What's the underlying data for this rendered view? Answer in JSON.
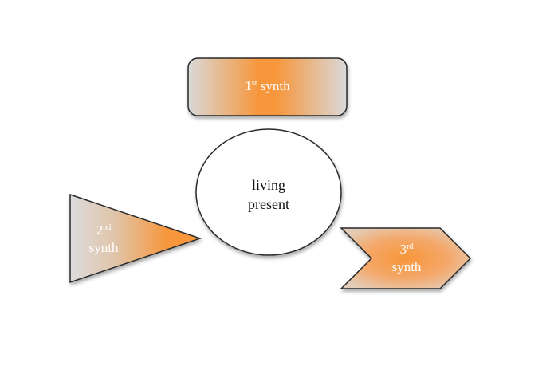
{
  "diagram": {
    "first_synth": {
      "ordinal": "1",
      "suffix": "st",
      "word": "synth"
    },
    "second_synth": {
      "ordinal": "2",
      "suffix": "nd",
      "word": "synth"
    },
    "third_synth": {
      "ordinal": "3",
      "suffix": "rd",
      "word": "synth"
    },
    "center": {
      "line1": "living",
      "line2": "present"
    }
  },
  "colors": {
    "orange": "#f7963a",
    "gray": "#d9d9d9",
    "outline": "#2b2b2b"
  }
}
